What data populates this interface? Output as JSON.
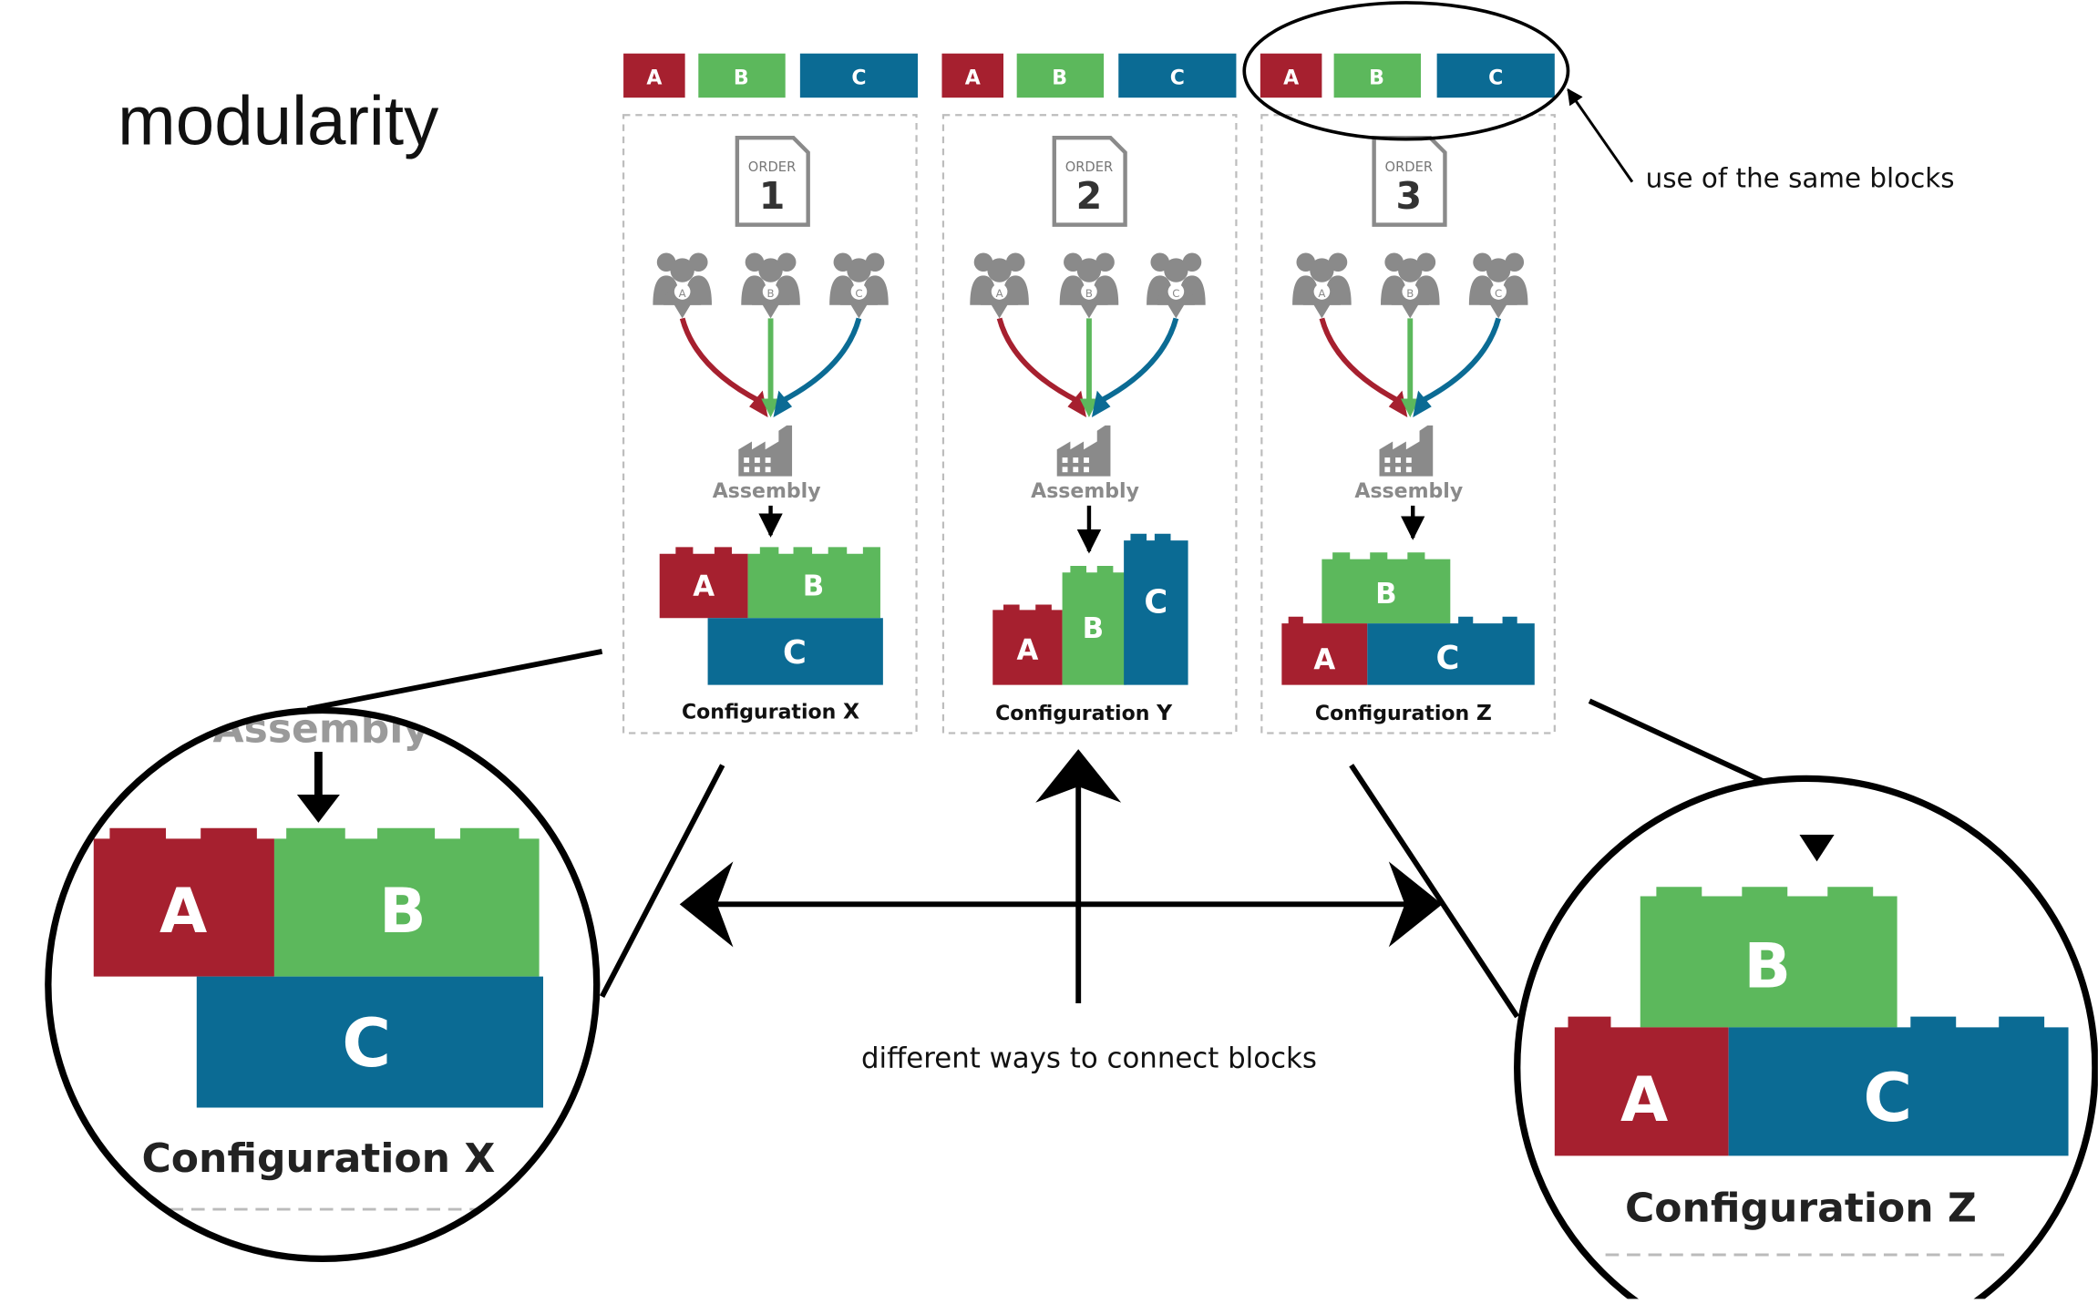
{
  "heading": "modularity",
  "colors": {
    "a": "#a6202f",
    "b": "#5cb85c",
    "c": "#0b6b94",
    "gray": "#8a8a8a",
    "line": "#000000"
  },
  "blocks": {
    "a": "A",
    "b": "B",
    "c": "C"
  },
  "columns": [
    {
      "order_label": "ORDER",
      "order_number": "1",
      "team_labels": [
        "A",
        "B",
        "C"
      ],
      "assembly": "Assembly",
      "config_prefix": "Configuration",
      "config_letter": "X"
    },
    {
      "order_label": "ORDER",
      "order_number": "2",
      "team_labels": [
        "A",
        "B",
        "C"
      ],
      "assembly": "Assembly",
      "config_prefix": "Configuration",
      "config_letter": "Y"
    },
    {
      "order_label": "ORDER",
      "order_number": "3",
      "team_labels": [
        "A",
        "B",
        "C"
      ],
      "assembly": "Assembly",
      "config_prefix": "Configuration",
      "config_letter": "Z"
    }
  ],
  "annotations": {
    "same_blocks": "use of the same blocks",
    "connect": "different ways to connect blocks"
  },
  "zoom_left": {
    "assembly_fragment": "Assembly",
    "config_prefix": "Configuration",
    "config_letter": "X"
  },
  "zoom_right": {
    "config_prefix": "Configuration",
    "config_letter": "Z"
  }
}
